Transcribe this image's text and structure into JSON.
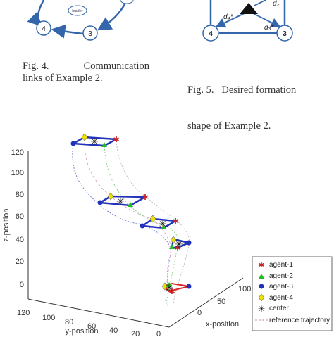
{
  "fig4": {
    "nodes": [
      {
        "id": "n4",
        "label": "4"
      },
      {
        "id": "n3",
        "label": "3"
      }
    ],
    "leader_label": "leader",
    "caption_number": "Fig. 4.",
    "caption_word": "Communication",
    "caption_line2": "links of Example 2."
  },
  "fig5": {
    "nodes": [
      {
        "id": "n4",
        "label": "4"
      },
      {
        "id": "n3",
        "label": "3"
      }
    ],
    "d4_label": "d₄*",
    "d3_label": "d₃*",
    "d2_label": "d₂",
    "caption_line1": "Fig. 5.   Desired formation",
    "caption_line2": "shape of Example 2."
  },
  "chart_data": {
    "type": "line3d",
    "zlabel": "z-position",
    "ylabel": "y-position",
    "xlabel": "x-position",
    "z_ticks": [
      "120",
      "100",
      "80",
      "60",
      "40",
      "20",
      "0"
    ],
    "y_ticks": [
      "120",
      "100",
      "80",
      "60",
      "40",
      "20",
      "0"
    ],
    "x_ticks": [
      "100",
      "50",
      "0"
    ],
    "legend": [
      {
        "name": "agent-1",
        "marker": "star",
        "color": "#cc2222"
      },
      {
        "name": "agent-2",
        "marker": "triangle",
        "color": "#22aa22"
      },
      {
        "name": "agent-3",
        "marker": "circle",
        "color": "#2233bb"
      },
      {
        "name": "agent-4",
        "marker": "diamond",
        "color": "#e8d800"
      },
      {
        "name": "center",
        "marker": "asterisk",
        "color": "#111111"
      },
      {
        "name": "reference trajectory",
        "marker": "dash",
        "color": "#cc88aa"
      }
    ],
    "colors": {
      "formation": "#2233bb",
      "start_link": "#dd2222"
    }
  }
}
